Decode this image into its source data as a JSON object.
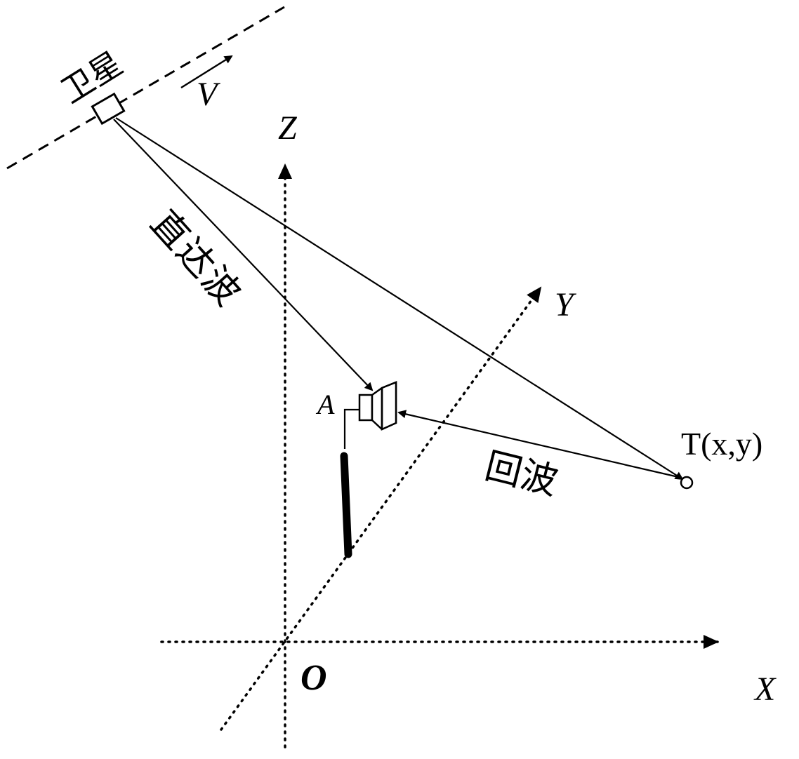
{
  "diagram": {
    "satellite_label": "卫星",
    "velocity_label": "V",
    "direct_wave_label": "直达波",
    "echo_label": "回波",
    "antenna_label": "A",
    "target_label": "T(x,y)",
    "axes": {
      "x_label": "X",
      "y_label": "Y",
      "z_label": "Z",
      "origin_label": "O"
    }
  }
}
